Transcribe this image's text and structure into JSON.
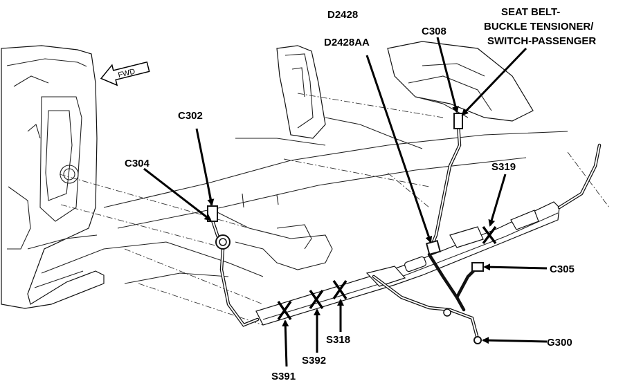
{
  "fwd_label": "FWD",
  "callouts": {
    "d2428": "D2428",
    "d2428aa": "D2428AA",
    "c308": "C308",
    "seat_belt_line1": "SEAT BELT-",
    "seat_belt_line2": "BUCKLE TENSIONER/",
    "seat_belt_line3": "SWITCH-PASSENGER",
    "c302": "C302",
    "c304": "C304",
    "s319": "S319",
    "c305": "C305",
    "g300": "G300",
    "s318": "S318",
    "s392": "S392",
    "s391": "S391"
  }
}
